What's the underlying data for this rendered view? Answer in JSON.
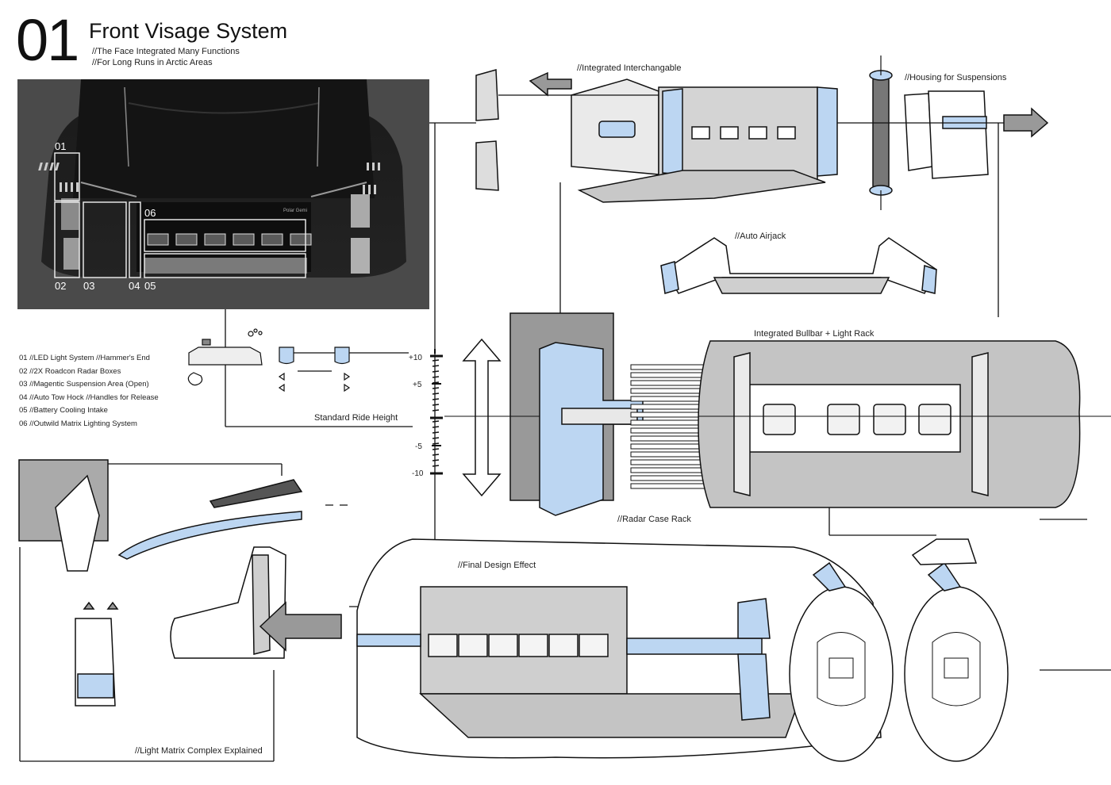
{
  "header": {
    "number": "01",
    "title": "Front Visage System",
    "subtitles": [
      "//The Face Integrated Many Functions",
      "//For Long Runs in Arctic Areas"
    ]
  },
  "photo": {
    "callouts": [
      "01",
      "02",
      "03",
      "04",
      "05",
      "06"
    ],
    "badge_text": "Polar Gemi"
  },
  "legend": {
    "items": [
      "01 //LED Light System //Hammer's End",
      "02 //2X Roadcon Radar Boxes",
      "03 //Magentic Suspension Area (Open)",
      "04 //Auto Tow Hock //Handles for Release",
      "05 //Battery Cooling Intake",
      "06 //Outwild Matrix Lighting System"
    ]
  },
  "ride_height": {
    "label": "Standard Ride Height",
    "scale_labels": [
      "+10",
      "+5",
      "-5",
      "-10"
    ]
  },
  "annotations": {
    "integrated_interchangable": "//Integrated Interchangable",
    "housing_suspensions": "//Housing for Suspensions",
    "auto_airjack": "//Auto Airjack",
    "bullbar_light_rack": "Integrated Bullbar + Light Rack",
    "radar_case_rack": "//Radar Case Rack",
    "final_design_effect": "//Final Design Effect",
    "light_matrix": "//Light Matrix Complex Explained"
  },
  "colors": {
    "accent_blue": "#bcd6f2",
    "sketch_gray": "#bdbdbd",
    "photo_bg": "#4a4a4a"
  }
}
